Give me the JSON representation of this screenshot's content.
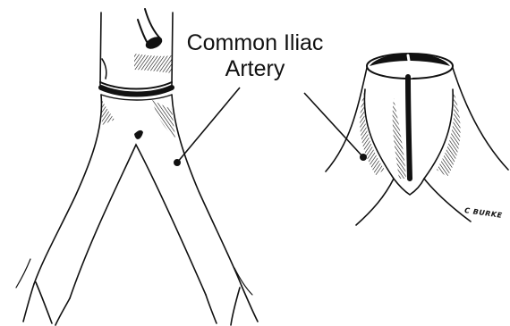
{
  "figure": {
    "label_line1": "Common Iliac",
    "label_line2": "Artery",
    "signature": "C BURKE"
  },
  "colors": {
    "ink": "#111111",
    "paper": "#ffffff"
  }
}
